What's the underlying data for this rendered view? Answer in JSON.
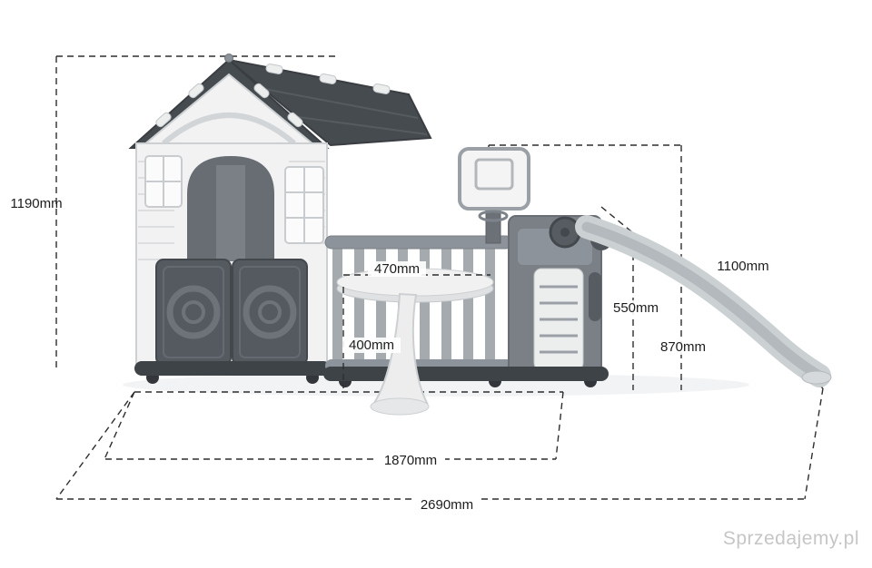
{
  "diagram": {
    "type": "product-dimension-diagram",
    "subject": "children playhouse with slide, basketball hoop and table",
    "dims": {
      "overall_height": "1190mm",
      "table_width": "470mm",
      "table_height": "400mm",
      "fence_height": "550mm",
      "hoop_height": "870mm",
      "slide_length": "1100mm",
      "footprint_depth": "1870mm",
      "footprint_width": "2690mm"
    },
    "watermark": "Sprzedajemy.pl",
    "colors": {
      "roof": "#464b50",
      "wall": "#f2f2f3",
      "gate": "#545a60",
      "fence": "#a5aaaf",
      "slide": "#cbd0d3",
      "dimension_line": "#2e2e2e"
    }
  }
}
